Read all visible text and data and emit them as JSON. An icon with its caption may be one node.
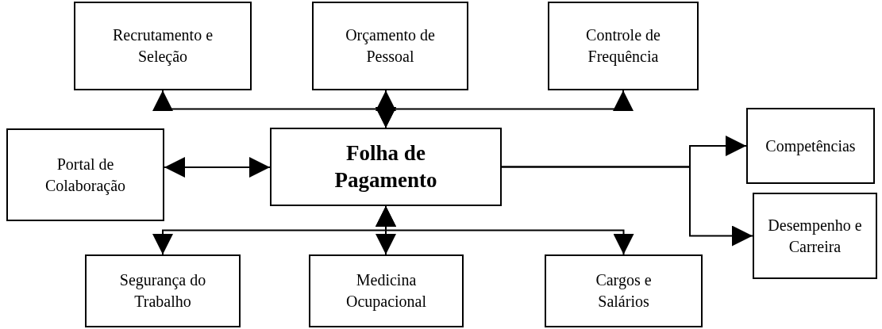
{
  "diagram": {
    "nodes": [
      {
        "text": [
          "Recrutamento e Seleção"
        ]
      },
      {
        "text": [
          "Orçamento de Pessoal"
        ]
      },
      {
        "text": [
          "Controle de Frequência"
        ]
      },
      {
        "text": [
          "Portal de Colaboração"
        ]
      },
      {
        "text": [
          "Folha de Pagamento"
        ]
      },
      {
        "text": [
          "Competências"
        ]
      },
      {
        "text": [
          "Desempenho e Carreira"
        ]
      },
      {
        "text": [
          "Segurança do Trabalho"
        ]
      },
      {
        "text": [
          "Medicina Ocupacional"
        ]
      },
      {
        "text": [
          "Cargos e Salários"
        ]
      }
    ],
    "edges": [
      {
        "from": 3,
        "to": 4,
        "arrow": "both"
      },
      {
        "from": 4,
        "to": 0,
        "arrow": "both"
      },
      {
        "from": 4,
        "to": 1,
        "arrow": "both"
      },
      {
        "from": 4,
        "to": 2,
        "arrow": "both"
      },
      {
        "from": 4,
        "to": 5,
        "arrow": "to"
      },
      {
        "from": 4,
        "to": 6,
        "arrow": "to"
      },
      {
        "from": 4,
        "to": 7,
        "arrow": "both"
      },
      {
        "from": 4,
        "to": 8,
        "arrow": "both"
      },
      {
        "from": 4,
        "to": 9,
        "arrow": "both"
      }
    ]
  }
}
